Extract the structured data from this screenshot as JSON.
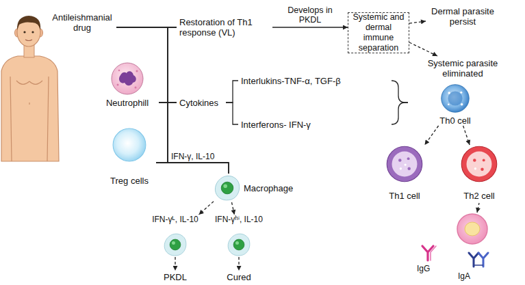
{
  "diagram": {
    "nodes": [
      {
        "text": [
          "Antileishmanial drug"
        ]
      },
      {
        "text": [
          "Neutrophill"
        ]
      },
      {
        "text": [
          "Treg cells"
        ]
      },
      {
        "text": [
          "Restoration of Th1 response (VL)"
        ]
      },
      {
        "text": [
          "Systemic and dermal immune separation"
        ]
      },
      {
        "text": [
          "Dermal parasite persist"
        ]
      },
      {
        "text": [
          "Systemic parasite eliminated"
        ]
      },
      {
        "text": [
          "Cytokines"
        ]
      },
      {
        "text": [
          "Interlukins-TNF-α, TGF-β"
        ]
      },
      {
        "text": [
          "Interferons- IFN-γ"
        ]
      },
      {
        "text": [
          "Th0 cell"
        ]
      },
      {
        "text": [
          "Th1 cell"
        ]
      },
      {
        "text": [
          "Th2 cell"
        ]
      },
      {
        "text": [
          "Macrophage"
        ]
      },
      {
        "text": [
          "IFN-γᴸ, IL-10"
        ]
      },
      {
        "text": [
          "IFN-γʰⁱ, IL-10"
        ]
      },
      {
        "text": [
          "PKDL"
        ]
      },
      {
        "text": [
          "Cured"
        ]
      }
    ],
    "edges": [
      {
        "from": 0,
        "to": 3,
        "arrow": "none"
      },
      {
        "from": 0,
        "to": 7,
        "arrow": "none"
      },
      {
        "from": 0,
        "to": 13,
        "arrow": "none"
      },
      {
        "from": 1,
        "to": 3,
        "arrow": "none"
      },
      {
        "from": 1,
        "to": 7,
        "arrow": "none"
      },
      {
        "from": 1,
        "to": 13,
        "arrow": "none"
      },
      {
        "from": 2,
        "to": 3,
        "arrow": "none"
      },
      {
        "from": 2,
        "to": 7,
        "arrow": "none"
      },
      {
        "from": 2,
        "to": 13,
        "arrow": "none"
      },
      {
        "from": 3,
        "to": 4,
        "label": "Develops in PKDL",
        "arrow": "to"
      },
      {
        "from": 4,
        "to": 5,
        "arrow": "to"
      },
      {
        "from": 4,
        "to": 6,
        "arrow": "to"
      },
      {
        "from": 7,
        "to": 8,
        "arrow": "none"
      },
      {
        "from": 7,
        "to": 9,
        "arrow": "none"
      },
      {
        "from": 8,
        "to": 10,
        "arrow": "none"
      },
      {
        "from": 9,
        "to": 10,
        "arrow": "none"
      },
      {
        "from": 10,
        "to": 11,
        "arrow": "to"
      },
      {
        "from": 10,
        "to": 12,
        "arrow": "to"
      },
      {
        "from": 13,
        "to": 14,
        "arrow": "to"
      },
      {
        "from": 13,
        "to": 15,
        "arrow": "to"
      },
      {
        "from": 14,
        "to": 16,
        "arrow": "to"
      },
      {
        "from": 15,
        "to": 17,
        "arrow": "to"
      }
    ],
    "labels": [
      "IFN-γ, IL-10",
      "IgG",
      "IgA"
    ]
  }
}
